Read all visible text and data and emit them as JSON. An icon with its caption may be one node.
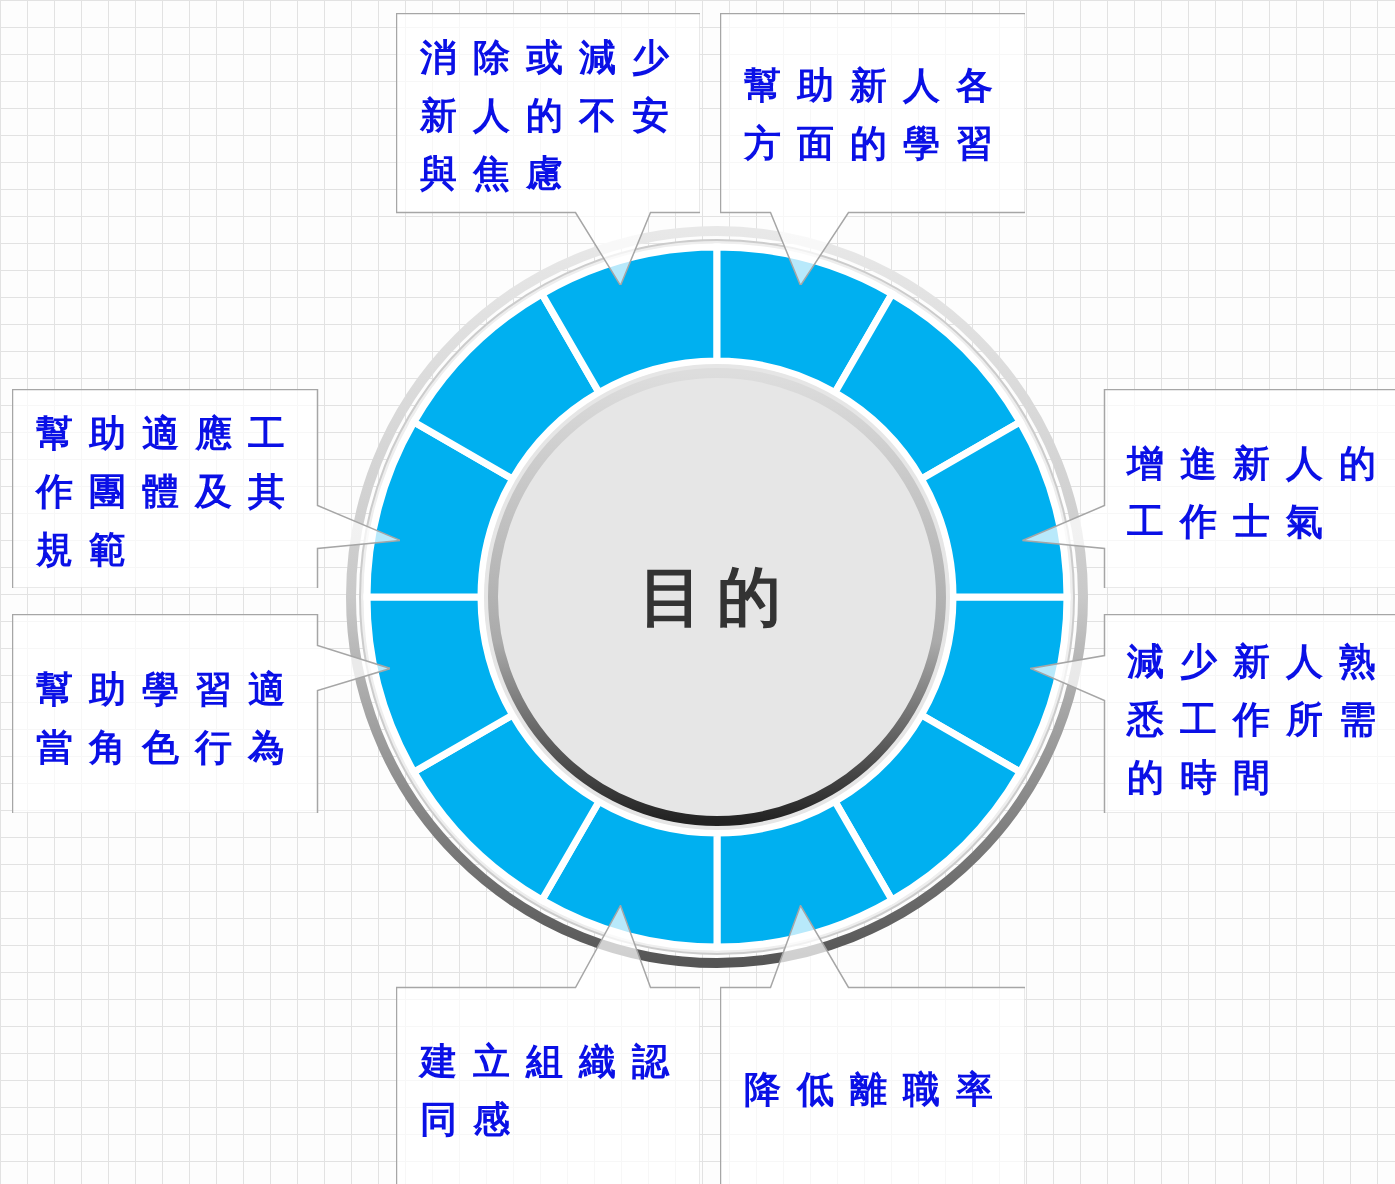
{
  "diagram": {
    "nodes": [
      {
        "text": [
          "消除或減少新人的不安與焦慮"
        ]
      },
      {
        "text": [
          "幫助新人各方面的學習"
        ]
      },
      {
        "text": [
          "幫助適應工作團體及其規範"
        ]
      },
      {
        "text": [
          "增進新人的工作士氣"
        ]
      },
      {
        "text": [
          "目的"
        ]
      },
      {
        "text": [
          "幫助學習適當角色行為"
        ]
      },
      {
        "text": [
          "減少新人熟悉工作所需的時間"
        ]
      },
      {
        "text": [
          "建立組織認同感"
        ]
      },
      {
        "text": [
          "降低離職率"
        ]
      }
    ]
  }
}
